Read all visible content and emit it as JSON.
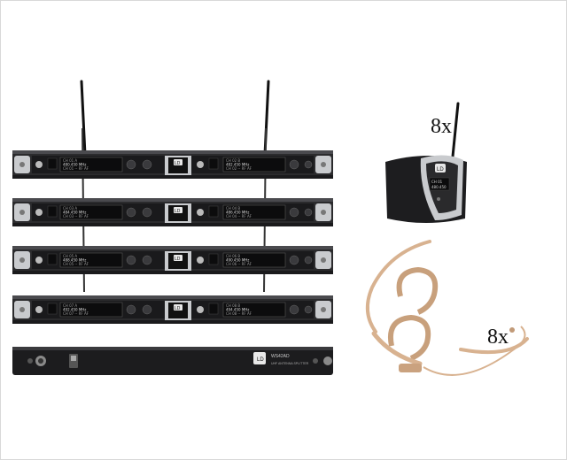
{
  "product_photo": {
    "receiver_units": [
      {
        "display_left": [
          "CH 01 A",
          "480.450 MHz",
          "CH 01  --  RF  AF"
        ],
        "display_right": [
          "CH 02 B",
          "482.450 MHz",
          "CH 02  --  RF  AF"
        ]
      },
      {
        "display_left": [
          "CH 03 A",
          "484.450 MHz",
          "CH 03  --  RF  AF"
        ],
        "display_right": [
          "CH 04 B",
          "486.450 MHz",
          "CH 04  --  RF  AF"
        ]
      },
      {
        "display_left": [
          "CH 05 A",
          "488.450 MHz",
          "CH 05  --  RF  AF"
        ],
        "display_right": [
          "CH 06 B",
          "490.450 MHz",
          "CH 06  --  RF  AF"
        ]
      },
      {
        "display_left": [
          "CH 07 A",
          "492.450 MHz",
          "CH 07  --  RF  AF"
        ],
        "display_right": [
          "CH 08 B",
          "494.450 MHz",
          "CH 08  --  RF  AF"
        ]
      }
    ],
    "brand_logo": "LD",
    "splitter": {
      "model": "WS42AD",
      "subtitle": "UHF ANTENNA SPLITTER"
    },
    "bodypack": {
      "quantity_label": "8x",
      "screen_lines": [
        "CH 01",
        "480.450"
      ]
    },
    "headset_mic": {
      "quantity_label": "8x",
      "color": "#d8b290"
    },
    "colors": {
      "chassis": "#2b2b2d",
      "faceplate": "#1a1a1c",
      "display": "#0c0c0d",
      "silver": "#c9cbce"
    }
  }
}
